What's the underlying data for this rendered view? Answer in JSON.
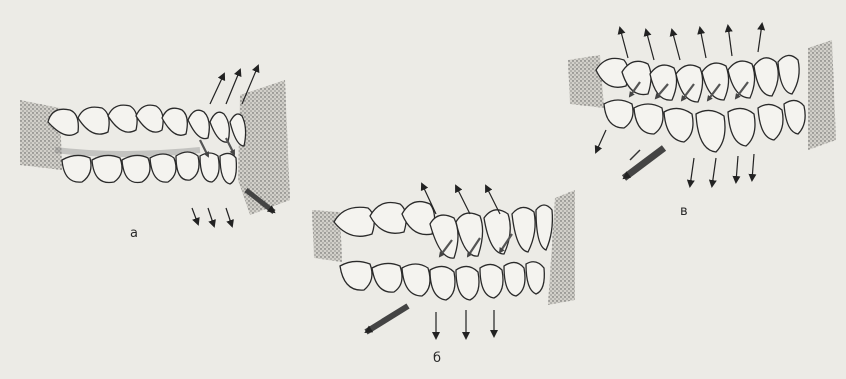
{
  "figure": {
    "panels": [
      {
        "id": "a",
        "label": "а"
      },
      {
        "id": "b",
        "label": "б"
      },
      {
        "id": "v",
        "label": "в"
      }
    ]
  },
  "colors": {
    "paper": "#ecebe6",
    "ink": "#2a2a2a",
    "gum_stipple": "#555555"
  },
  "icons": {
    "force_arrow": "force-arrow-icon",
    "shift_arrow": "bold-shift-arrow-icon"
  }
}
